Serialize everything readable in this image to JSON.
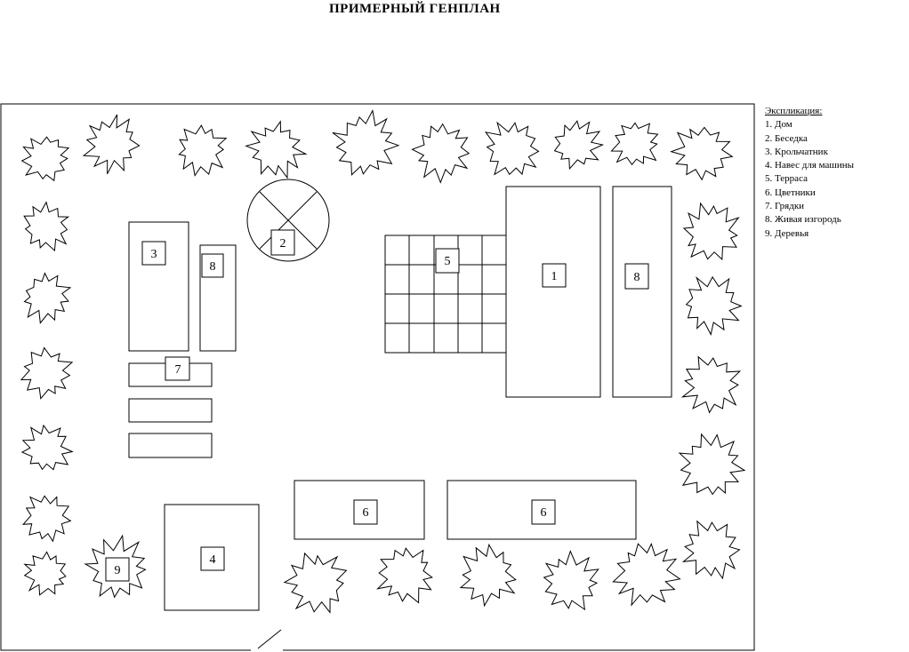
{
  "title": "ПРИМЕРНЫЙ  ГЕНПЛАН",
  "legend": {
    "heading": "Экспликация:",
    "items": [
      "1. Дом",
      "2. Беседка",
      "3. Крольчатник",
      "4. Навес для машины",
      "5. Терраса",
      "6. Цветники",
      "7. Грядки",
      "8. Живая изгородь",
      "9. Деревья"
    ]
  },
  "plan": {
    "labels": {
      "house": "1",
      "gazebo": "2",
      "rabbitry": "3",
      "carport": "4",
      "terrace": "5",
      "flowerbed_left": "6",
      "flowerbed_right": "6",
      "beds": "7",
      "hedge_left": "8",
      "hedge_right": "8",
      "tree": "9"
    }
  },
  "colors": {
    "stroke": "#000000",
    "background": "#ffffff"
  }
}
